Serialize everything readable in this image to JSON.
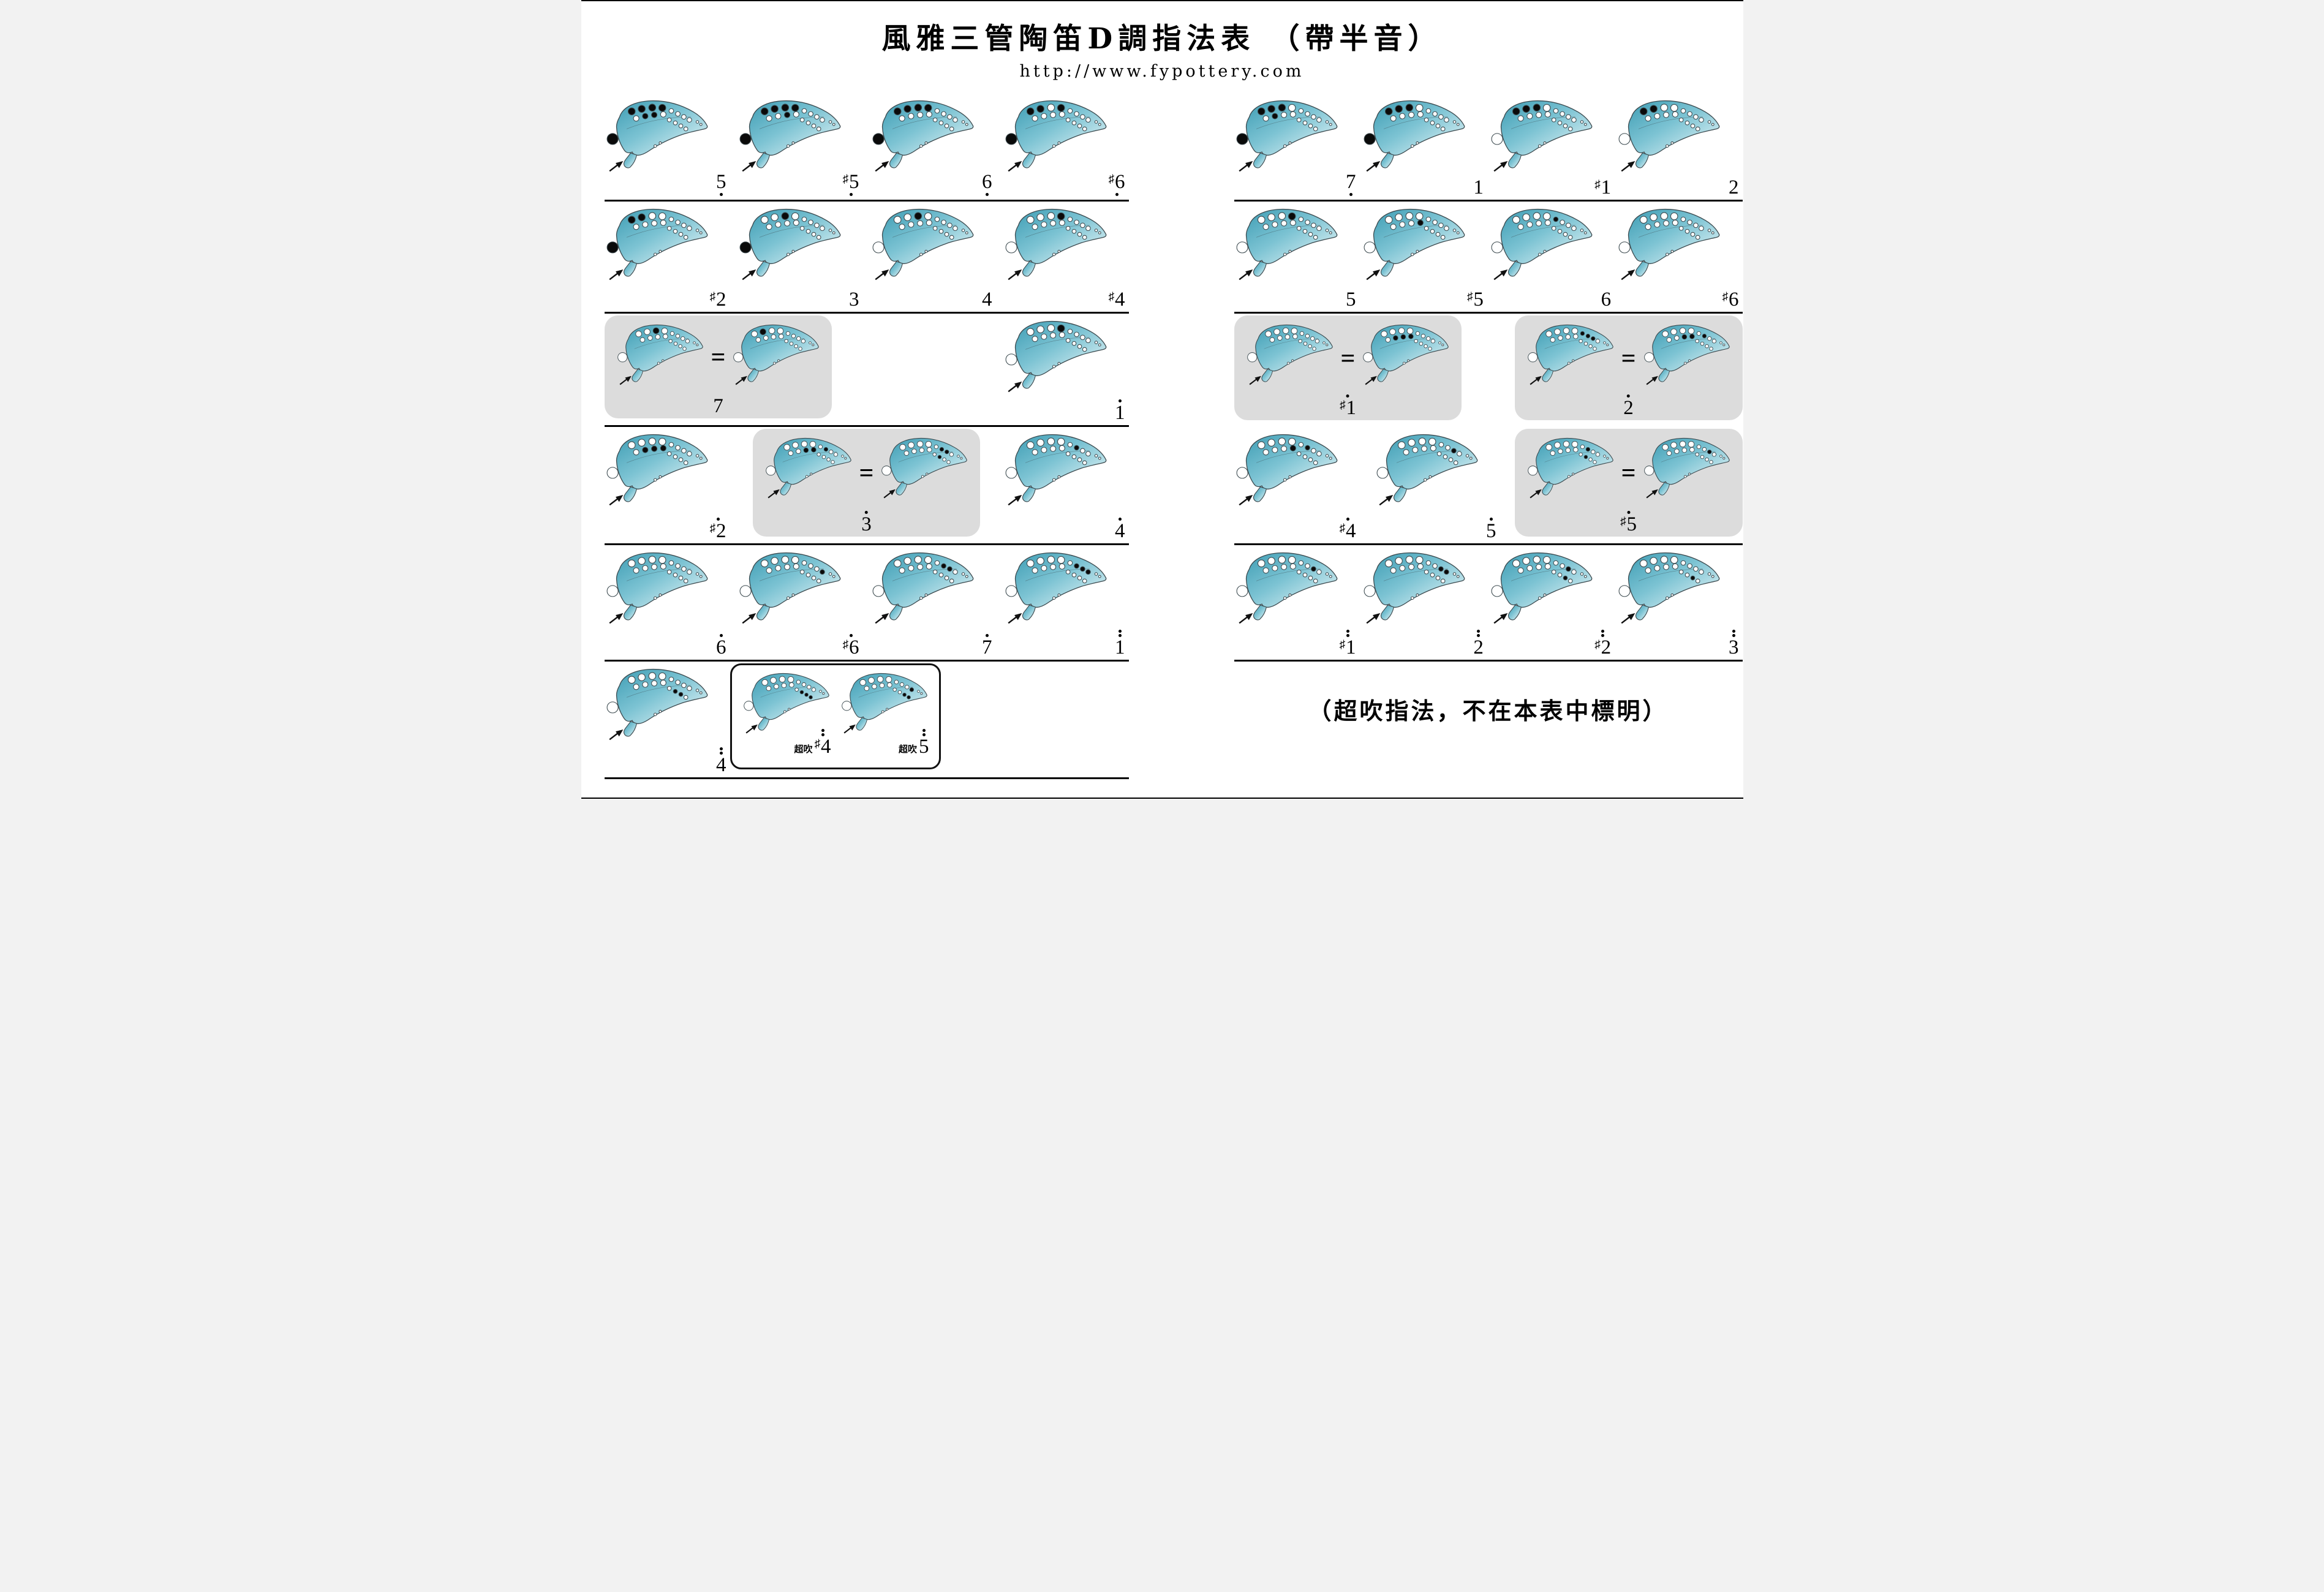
{
  "page": {
    "title": "風雅三管陶笛D調指法表 （帶半音）",
    "url": "http://www.fypottery.com",
    "footnote": "（超吹指法，不在本表中標明）",
    "overblow_prefix": "超吹",
    "equals_sign": "="
  },
  "colors": {
    "body_gradient": [
      "#3e9db4",
      "#7cc3d3",
      "#eef9fa"
    ],
    "outline": "#3c4a4f",
    "hole_filled": "#0a0a0a",
    "hole_open": "#ffffff",
    "box_gray": "#dcdcdc",
    "rule": "#000000"
  },
  "columns": {
    "left": {
      "rows": [
        {
          "line": true,
          "cells": [
            {
              "type": "oc",
              "note": {
                "num": "5",
                "below": 1
              },
              "holes": [
                "T",
                "A1",
                "A2",
                "A3",
                "A4",
                "B2",
                "B3"
              ]
            },
            {
              "type": "oc",
              "note": {
                "num": "5",
                "sharp": true,
                "below": 1
              },
              "holes": [
                "T",
                "A1",
                "A2",
                "A3",
                "A4",
                "B3"
              ]
            },
            {
              "type": "oc",
              "note": {
                "num": "6",
                "below": 1
              },
              "holes": [
                "T",
                "A1",
                "A2",
                "A3",
                "A4"
              ]
            },
            {
              "type": "oc",
              "note": {
                "num": "6",
                "sharp": true,
                "below": 1
              },
              "holes": [
                "T",
                "A1",
                "A2",
                "A4"
              ]
            }
          ]
        },
        {
          "line": true,
          "cells": [
            {
              "type": "oc",
              "note": {
                "num": "2",
                "sharp": true
              },
              "holes": [
                "T",
                "A1",
                "A2"
              ]
            },
            {
              "type": "oc",
              "note": {
                "num": "3"
              },
              "holes": [
                "T",
                "A3"
              ]
            },
            {
              "type": "oc",
              "note": {
                "num": "4"
              },
              "holes": [
                "A3"
              ]
            },
            {
              "type": "oc",
              "note": {
                "num": "4",
                "sharp": true
              },
              "holes": [
                "A4"
              ]
            }
          ]
        },
        {
          "line": true,
          "cells": [
            {
              "type": "eqbox",
              "note": {
                "num": "7"
              },
              "ocs": [
                [
                  "A3"
                ],
                [
                  "A2"
                ]
              ]
            },
            {
              "type": "gap"
            },
            {
              "type": "oc",
              "note": {
                "num": "1",
                "above": 1
              },
              "holes": [
                "A4"
              ]
            }
          ]
        },
        {
          "line": true,
          "cells": [
            {
              "type": "oc",
              "note": {
                "num": "2",
                "sharp": true,
                "above": 1
              },
              "holes": [
                "B2",
                "B3",
                "B4"
              ]
            },
            {
              "type": "eqbox",
              "note": {
                "num": "3",
                "above": 1
              },
              "ocs": [
                [
                  "B3",
                  "B4",
                  "C2"
                ],
                [
                  "C2",
                  "C3",
                  "D2"
                ]
              ]
            },
            {
              "type": "oc",
              "note": {
                "num": "4",
                "above": 1
              },
              "holes": [
                "C2"
              ]
            }
          ]
        },
        {
          "line": true,
          "cells": [
            {
              "type": "oc",
              "note": {
                "num": "6",
                "above": 1
              },
              "holes": []
            },
            {
              "type": "oc",
              "note": {
                "num": "6",
                "sharp": true,
                "above": 1
              },
              "holes": [
                "C4"
              ]
            },
            {
              "type": "oc",
              "note": {
                "num": "7",
                "above": 1
              },
              "holes": [
                "C2",
                "C3"
              ]
            },
            {
              "type": "oc",
              "note": {
                "num": "1",
                "above": 2
              },
              "holes": [
                "C2",
                "C3",
                "C4"
              ]
            }
          ]
        },
        {
          "line": true,
          "cells": [
            {
              "type": "oc",
              "note": {
                "num": "4",
                "above": 2
              },
              "holes": [
                "D2",
                "D3"
              ]
            },
            {
              "type": "obbox",
              "items": [
                {
                  "note": {
                    "num": "4",
                    "sharp": true,
                    "above": 2,
                    "prefix": true
                  },
                  "holes": [
                    "D2",
                    "D3",
                    "D4"
                  ]
                },
                {
                  "note": {
                    "num": "5",
                    "above": 2,
                    "prefix": true
                  },
                  "holes": [
                    "C4",
                    "D3",
                    "D4"
                  ]
                }
              ]
            },
            {
              "type": "gap"
            }
          ]
        }
      ]
    },
    "right": {
      "rows": [
        {
          "line": true,
          "cells": [
            {
              "type": "oc",
              "note": {
                "num": "7",
                "below": 1
              },
              "holes": [
                "T",
                "A1",
                "A2",
                "A3",
                "B2"
              ]
            },
            {
              "type": "oc",
              "note": {
                "num": "1"
              },
              "holes": [
                "T",
                "A1",
                "A2",
                "A3"
              ]
            },
            {
              "type": "oc",
              "note": {
                "num": "1",
                "sharp": true
              },
              "holes": [
                "A1",
                "A2",
                "A3"
              ]
            },
            {
              "type": "oc",
              "note": {
                "num": "2"
              },
              "holes": [
                "A1",
                "A2"
              ]
            }
          ]
        },
        {
          "line": true,
          "cells": [
            {
              "type": "oc",
              "note": {
                "num": "5"
              },
              "holes": [
                "A4"
              ]
            },
            {
              "type": "oc",
              "note": {
                "num": "5",
                "sharp": true
              },
              "holes": [
                "B4"
              ]
            },
            {
              "type": "oc",
              "note": {
                "num": "6"
              },
              "holes": [
                "C1"
              ]
            },
            {
              "type": "oc",
              "note": {
                "num": "6",
                "sharp": true
              },
              "holes": []
            }
          ]
        },
        {
          "line": false,
          "cells": [
            {
              "type": "eqbox",
              "note": {
                "num": "1",
                "sharp": true,
                "above": 1
              },
              "ocs": [
                [],
                [
                  "B2",
                  "B3",
                  "B4"
                ]
              ]
            },
            {
              "type": "eqbox",
              "note": {
                "num": "2",
                "above": 1
              },
              "ocs": [
                [
                  "C1",
                  "C2",
                  "C3"
                ],
                [
                  "B3",
                  "B4",
                  "C2"
                ]
              ]
            }
          ]
        },
        {
          "line": true,
          "cells": [
            {
              "type": "oc",
              "note": {
                "num": "4",
                "sharp": true,
                "above": 1
              },
              "holes": [
                "B4",
                "C2"
              ]
            },
            {
              "type": "oc",
              "note": {
                "num": "5",
                "above": 1
              },
              "holes": [
                "C3"
              ]
            },
            {
              "type": "eqbox",
              "note": {
                "num": "5",
                "sharp": true,
                "above": 1
              },
              "ocs": [
                [
                  "C2",
                  "D2"
                ],
                [
                  "C3"
                ]
              ]
            }
          ]
        },
        {
          "line": true,
          "cells": [
            {
              "type": "oc",
              "note": {
                "num": "1",
                "sharp": true,
                "above": 2
              },
              "holes": [
                "C3"
              ]
            },
            {
              "type": "oc",
              "note": {
                "num": "2",
                "above": 2
              },
              "holes": [
                "C3",
                "C4"
              ]
            },
            {
              "type": "oc",
              "note": {
                "num": "2",
                "sharp": true,
                "above": 2
              },
              "holes": [
                "C3",
                "D3"
              ]
            },
            {
              "type": "oc",
              "note": {
                "num": "3",
                "above": 2
              },
              "holes": [
                "D3"
              ]
            }
          ]
        }
      ]
    }
  }
}
